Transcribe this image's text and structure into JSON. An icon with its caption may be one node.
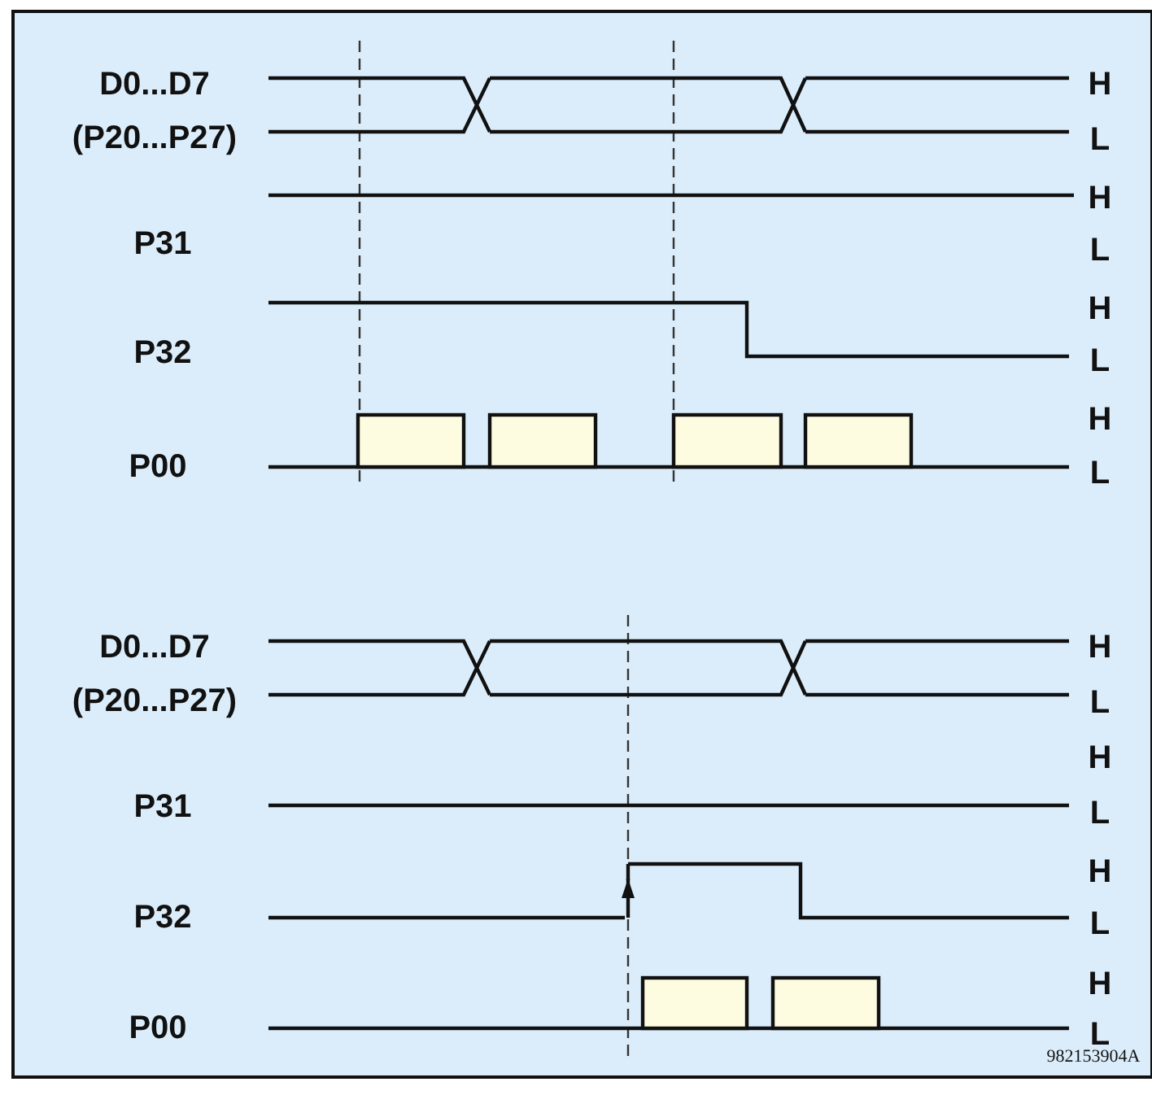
{
  "diagram": {
    "labels": [
      "D0...D7",
      "H",
      "(P20...P27)",
      "L",
      "H",
      "P31",
      "L",
      "H",
      "P32",
      "L",
      "H",
      "P00",
      "L",
      "D0...D7",
      "H",
      "(P20...P27)",
      "L",
      "H",
      "P31",
      "L",
      "H",
      "P32",
      "L",
      "H",
      "P00",
      "L",
      "982153904A"
    ]
  }
}
